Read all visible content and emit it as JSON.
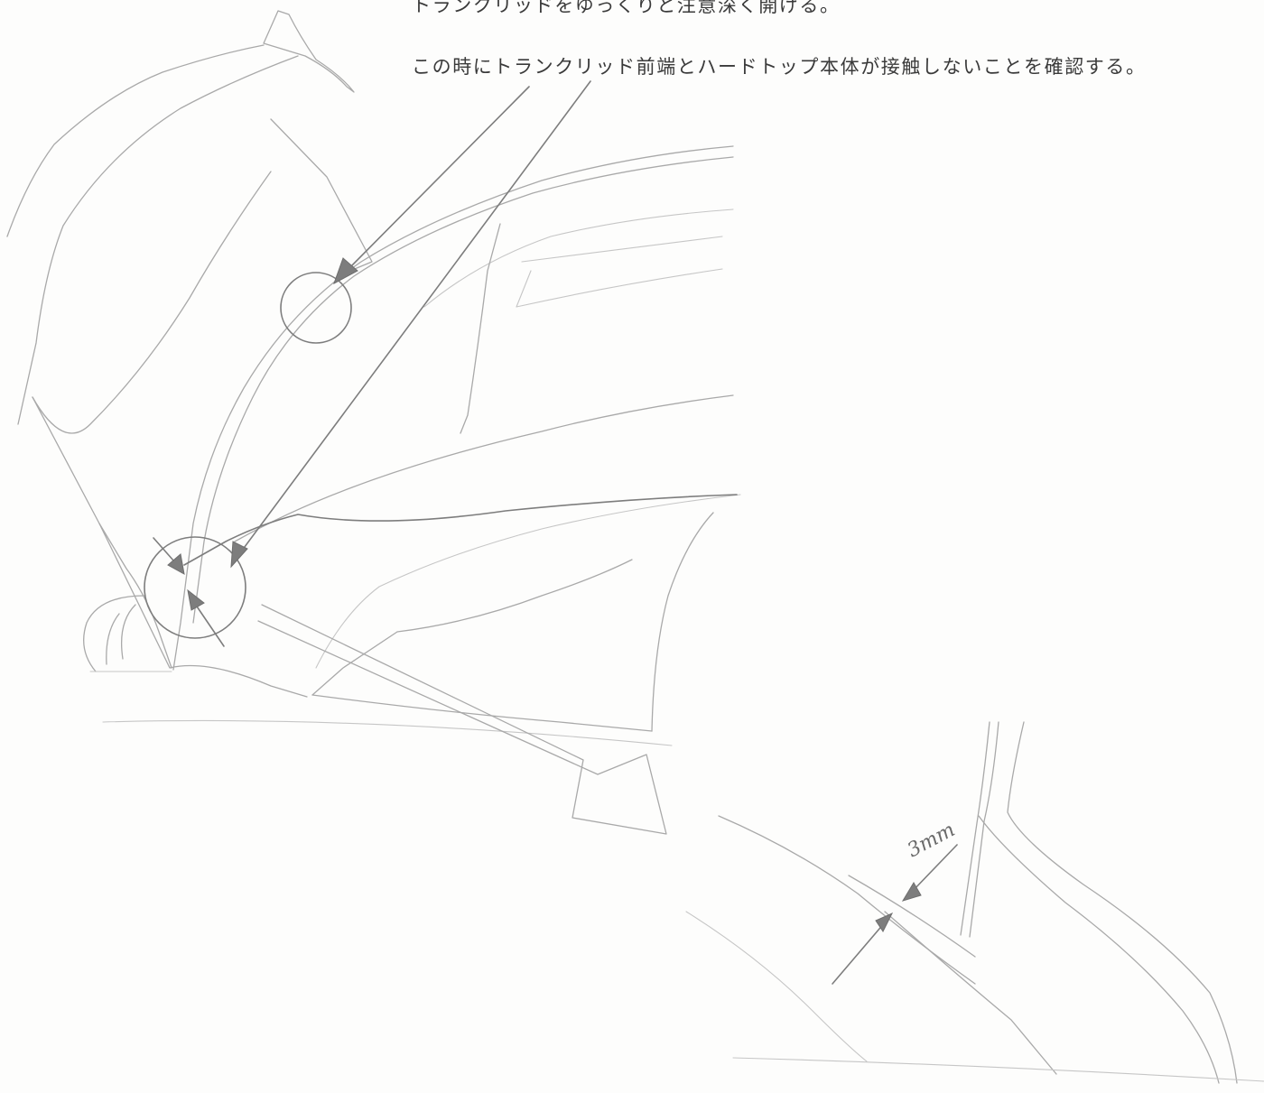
{
  "instructions": {
    "line1": "トランクリッドをゆっくりと注意深く開ける。",
    "line2": "この時にトランクリッド前端とハードトップ本体が接触しないことを確認する。"
  },
  "dimension": {
    "gap_label": "3mm"
  }
}
